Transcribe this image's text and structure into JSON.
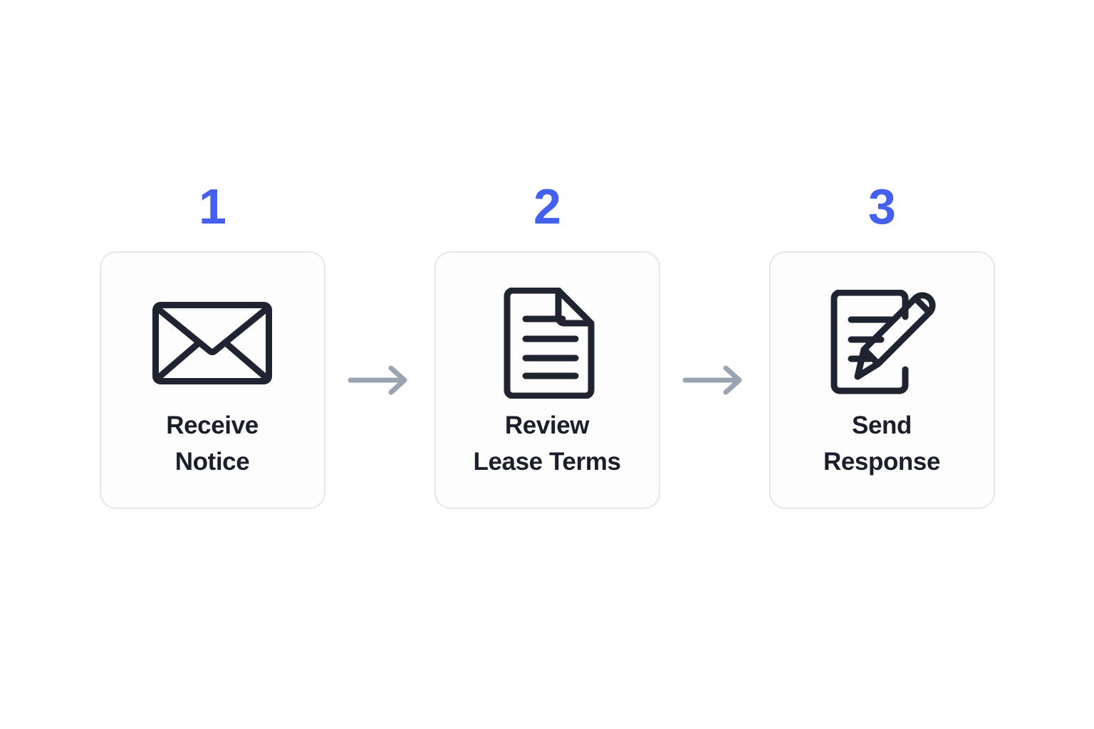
{
  "background_color": "#ffffff",
  "accent_color": "#4361ee",
  "icon_color": "#1f2430",
  "label_color": "#1b1f2a",
  "card_border_color": "#e4e7ec",
  "card_fill_color": "#fdfdfe",
  "arrow_color": "#9aa3b0",
  "diagram": {
    "type": "process-flow",
    "orientation": "horizontal",
    "step_count": 3,
    "steps": [
      {
        "number": "1",
        "label": "Receive\nNotice",
        "label_line_1": "Receive",
        "label_line_2": "Notice",
        "icon": "envelope-icon"
      },
      {
        "number": "2",
        "label": "Review\nLease Terms",
        "label_line_1": "Review",
        "label_line_2": "Lease Terms",
        "icon": "document-lines-icon"
      },
      {
        "number": "3",
        "label": "Send\nResponse",
        "label_line_1": "Send",
        "label_line_2": "Response",
        "icon": "document-pencil-icon"
      }
    ],
    "connectors": [
      {
        "name": "arrow-right-1",
        "from": "1",
        "to": "2",
        "glyph": "arrow-right-icon"
      },
      {
        "name": "arrow-right-2",
        "from": "2",
        "to": "3",
        "glyph": "arrow-right-icon"
      }
    ]
  }
}
